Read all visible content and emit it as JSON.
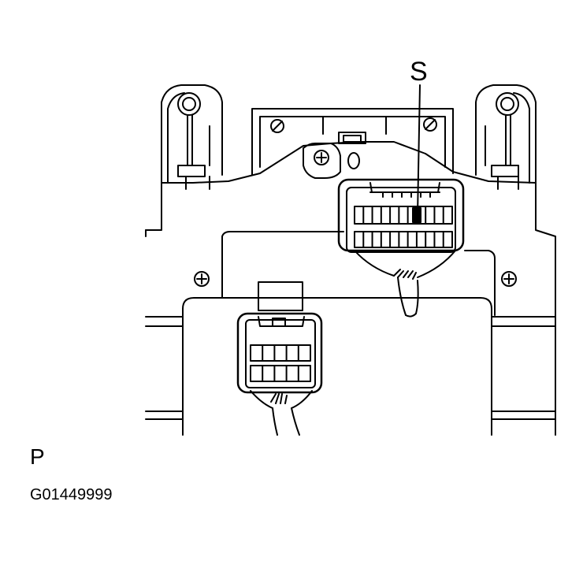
{
  "diagram": {
    "callout_label": "S",
    "view_label": "P",
    "figure_id": "G01449999"
  },
  "colors": {
    "line": "#000000",
    "background": "#ffffff"
  }
}
